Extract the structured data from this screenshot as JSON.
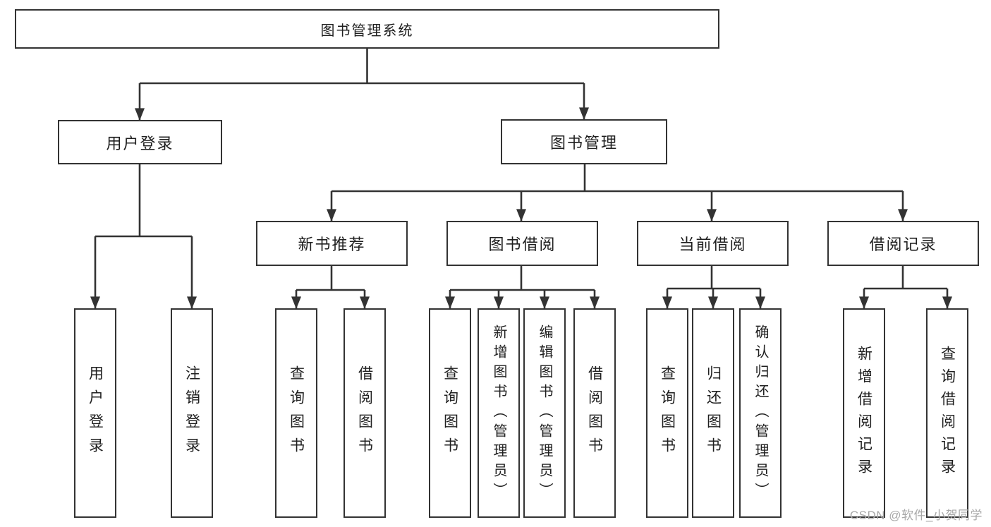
{
  "tree": {
    "label": "图书管理系统",
    "children": [
      {
        "label": "用户登录",
        "children": [
          {
            "label": "用户登录"
          },
          {
            "label": "注销登录"
          }
        ]
      },
      {
        "label": "图书管理",
        "children": [
          {
            "label": "新书推荐",
            "children": [
              {
                "label": "查询图书"
              },
              {
                "label": "借阅图书"
              }
            ]
          },
          {
            "label": "图书借阅",
            "children": [
              {
                "label": "查询图书"
              },
              {
                "label": "新增图书（管理员）"
              },
              {
                "label": "编辑图书（管理员）"
              },
              {
                "label": "借阅图书"
              }
            ]
          },
          {
            "label": "当前借阅",
            "children": [
              {
                "label": "查询图书"
              },
              {
                "label": "归还图书"
              },
              {
                "label": "确认归还（管理员）"
              }
            ]
          },
          {
            "label": "借阅记录",
            "children": [
              {
                "label": "新增借阅记录"
              },
              {
                "label": "查询借阅记录"
              }
            ]
          }
        ]
      }
    ]
  },
  "watermark": {
    "text": "CSDN @软件_小贺同学"
  },
  "colors": {
    "background": "#ffffff",
    "line": "#333333",
    "box_border": "#333333",
    "text": "#1f1f1f",
    "watermark_text": "#a8a8a8"
  }
}
